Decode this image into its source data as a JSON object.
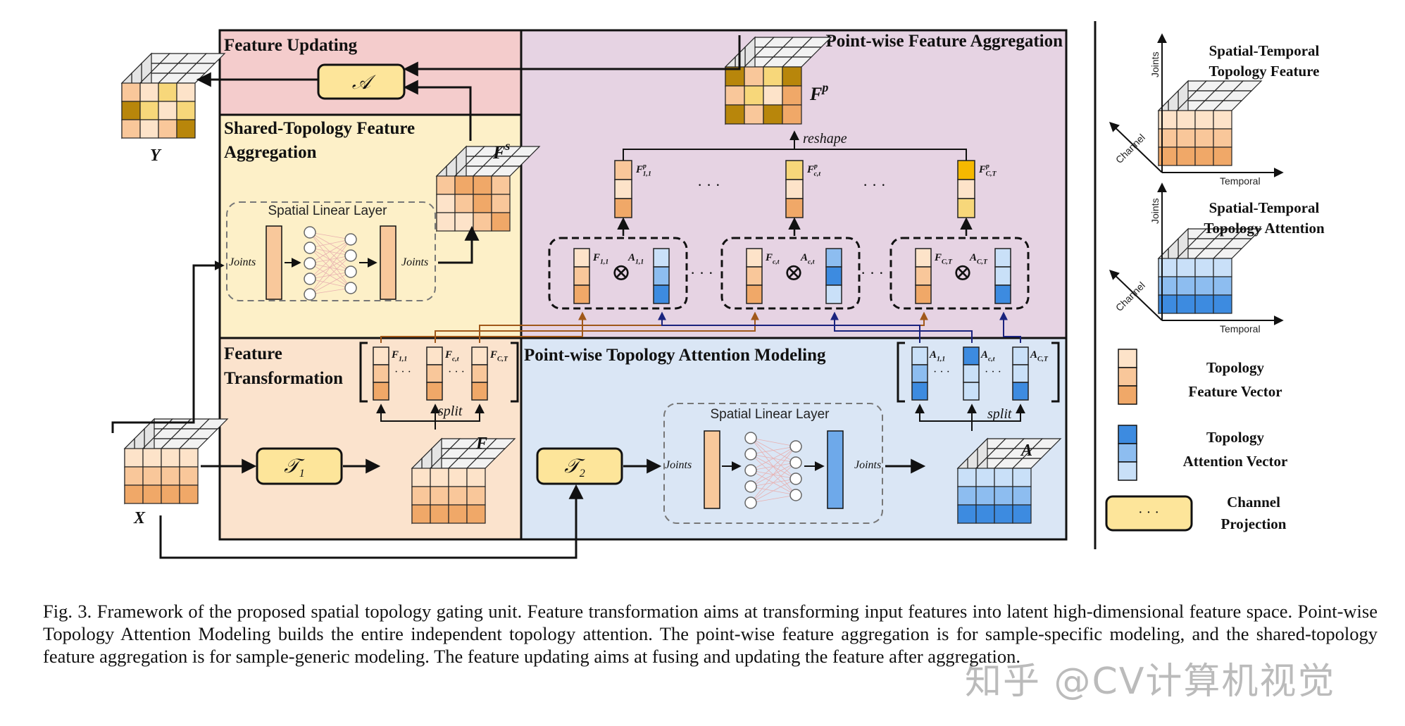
{
  "modules": {
    "feature_updating": "Feature Updating",
    "point_wise_feature_aggregation": "Point-wise Feature Aggregation",
    "shared_topology_line1": "Shared-Topology Feature",
    "shared_topology_line2": "Aggregation",
    "feature_transformation_line1": "Feature",
    "feature_transformation_line2": "Transformation",
    "point_wise_topology_attention": "Point-wise Topology Attention Modeling"
  },
  "labels": {
    "spatial_linear_layer": "Spatial Linear Layer",
    "joints": "Joints",
    "reshape": "reshape",
    "split": "split",
    "Y": "Y",
    "X": "X",
    "F": "F",
    "A": "A",
    "F_s": "F",
    "F_s_sup": "s",
    "F_p": "F",
    "F_p_sup": "p",
    "op_A": "𝒜",
    "T1": "𝒯",
    "T1_sub": "1",
    "T2": "𝒯",
    "T2_sub": "2",
    "dots": "· · ·",
    "otimes": "⊗"
  },
  "vector_labels": {
    "F11": "F",
    "F11_sub": "1,1",
    "Fct": "F",
    "Fct_sub": "c,t",
    "FCT": "F",
    "FCT_sub": "C,T",
    "A11": "A",
    "A11_sub": "1,1",
    "Act": "A",
    "Act_sub": "c,t",
    "ACT": "A",
    "ACT_sub": "C,T",
    "p": "p"
  },
  "legend": {
    "st_feature_line1": "Spatial-Temporal",
    "st_feature_line2": "Topology Feature",
    "st_attention_line1": "Spatial-Temporal",
    "st_attention_line2": "Topology Attention",
    "axis_joints": "Joints",
    "axis_channel": "Channel",
    "axis_temporal": "Temporal",
    "topology_feature_vector_line1": "Topology",
    "topology_feature_vector_line2": "Feature Vector",
    "topology_attention_vector_line1": "Topology",
    "topology_attention_vector_line2": "Attention Vector",
    "channel_projection_line1": "Channel",
    "channel_projection_line2": "Projection",
    "channel_projection_dots": "· · ·"
  },
  "caption": {
    "text": "Fig. 3.  Framework of the proposed spatial topology gating unit. Feature transformation aims at transforming input features into latent high-dimensional feature space. Point-wise Topology Attention Modeling builds the entire independent topology attention. The point-wise feature aggregation is for sample-specific modeling, and the shared-topology feature aggregation is for sample-generic modeling. The feature updating aims at fusing and updating the feature after aggregation."
  },
  "watermark": "知乎 @CV计算机视觉",
  "colors": {
    "feature_updating_bg": "#f4cccc",
    "point_wise_agg_bg": "#e6d3e3",
    "shared_topology_bg": "#fdf0c8",
    "feature_transform_bg": "#fbe3cd",
    "attention_bg": "#dae6f5",
    "orange_dark": "#f0a868",
    "orange_mid": "#f9c79a",
    "orange_light": "#fde3c9",
    "blue_dark": "#3d8be0",
    "blue_mid": "#8dbdf0",
    "blue_light": "#c9e0f8",
    "projection_fill": "#fde59a",
    "brown_arrow": "#a0581a",
    "navy_arrow": "#1a237e"
  }
}
